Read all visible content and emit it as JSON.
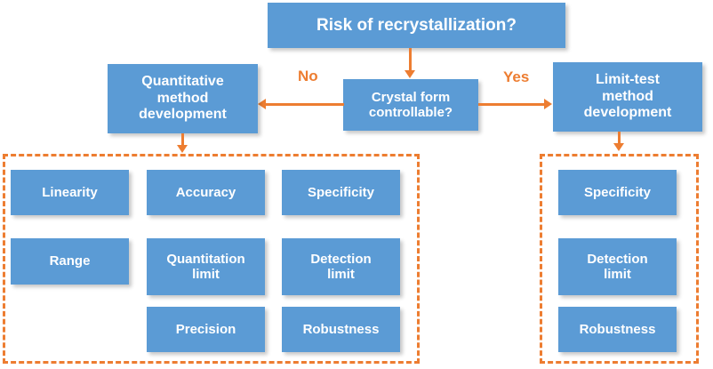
{
  "diagram": {
    "title_node": {
      "label": "Risk of recrystallization?"
    },
    "decision_node": {
      "label": "Crystal form\ncontrollable?",
      "line1": "Crystal form",
      "line2": "controllable?"
    },
    "branches": {
      "no": {
        "edge_label": "No",
        "node_label": "Quantitative\nmethod\ndevelopment",
        "node_line1": "Quantitative",
        "node_line2": "method",
        "node_line3": "development"
      },
      "yes": {
        "edge_label": "Yes",
        "node_label": "Limit-test\nmethod\ndevelopment",
        "node_line1": "Limit-test",
        "node_line2": "method",
        "node_line3": "development"
      }
    },
    "quantitative_group": {
      "columns": [
        {
          "items": [
            {
              "label": "Linearity"
            },
            {
              "label": "Range"
            }
          ]
        },
        {
          "items": [
            {
              "label": "Accuracy"
            },
            {
              "label": "Quantitation limit",
              "line1": "Quantitation",
              "line2": "limit"
            },
            {
              "label": "Precision"
            }
          ]
        },
        {
          "items": [
            {
              "label": "Specificity"
            },
            {
              "label": "Detection limit",
              "line1": "Detection",
              "line2": "limit"
            },
            {
              "label": "Robustness"
            }
          ]
        }
      ]
    },
    "limit_test_group": {
      "items": [
        {
          "label": "Specificity"
        },
        {
          "label": "Detection limit",
          "line1": "Detection",
          "line2": "limit"
        },
        {
          "label": "Robustness"
        }
      ]
    },
    "colors": {
      "box_fill": "#5b9bd5",
      "box_text": "#ffffff",
      "connector": "#ed7d31",
      "group_border": "#ed7d31",
      "background": "#ffffff"
    }
  }
}
